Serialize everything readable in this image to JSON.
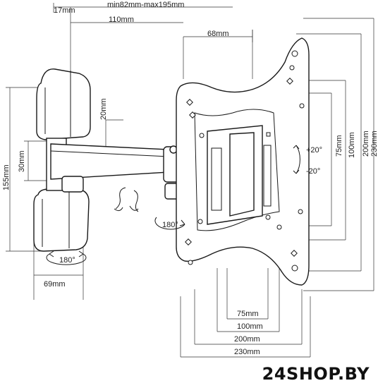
{
  "dimensions": {
    "arm_offset": "17mm",
    "extension_range": "min82mm-max195mm",
    "arm_length": "110mm",
    "plate_depth": "68mm",
    "arm_height": "20mm",
    "arm_thickness": "30mm",
    "wall_plate_height": "155mm",
    "wall_plate_width": "69mm",
    "vesa_v_75": "75mm",
    "vesa_v_100": "100mm",
    "vesa_v_200": "200mm",
    "vesa_v_230": "230mm",
    "vesa_h_75": "75mm",
    "vesa_h_100": "100mm",
    "vesa_h_200": "200mm",
    "vesa_h_230": "230mm"
  },
  "rotations": {
    "tilt_up": "+20°",
    "tilt_down": "-20°",
    "swivel_joint": "180°",
    "swivel_wall": "180°"
  },
  "watermark": "24SHOP.BY",
  "colors": {
    "line": "#1a1a1a",
    "background": "#ffffff"
  }
}
